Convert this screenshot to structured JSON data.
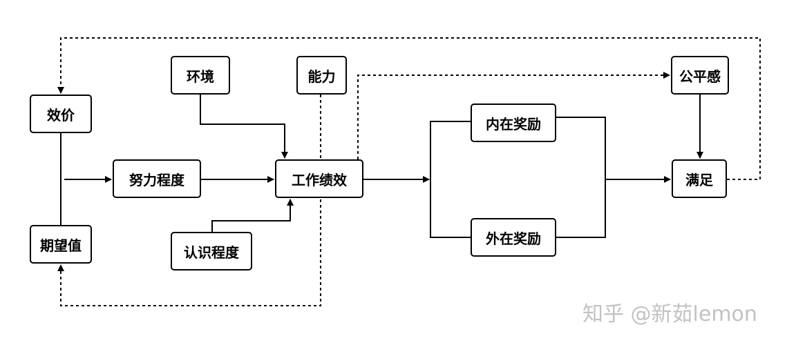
{
  "nodes": {
    "xiaojia": "效价",
    "qiwangzhi": "期望值",
    "nuli_chengdu": "努力程度",
    "huanjing": "环境",
    "renshi_chengdu": "认识程度",
    "nengli": "能力",
    "gongzuo_jixiao": "工作绩效",
    "neizai_jiangli": "内在奖励",
    "waizai_jiangli": "外在奖励",
    "gongping_gan": "公平感",
    "manzu": "满足"
  },
  "watermark": "知乎 @新茹lemon",
  "colors": {
    "stroke": "#000000",
    "watermark": "#c2c2c2"
  }
}
